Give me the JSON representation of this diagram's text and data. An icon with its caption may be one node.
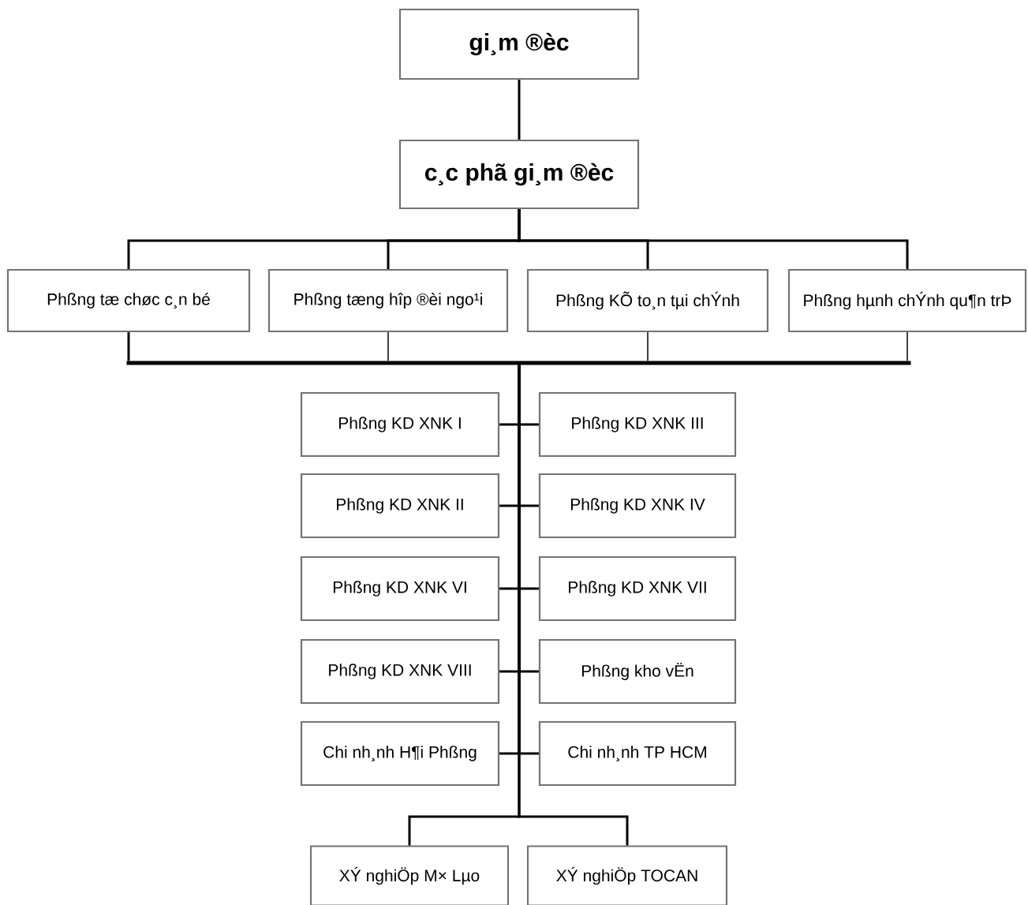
{
  "diagram": {
    "nodes": [
      {
        "text": [
          "gi¸m ®èc"
        ]
      },
      {
        "text": [
          "c¸c phã gi¸m ®èc"
        ]
      },
      {
        "text": [
          "Phßng tæ chøc c¸n bé"
        ]
      },
      {
        "text": [
          "Phßng tæng hîp ®èi ngo¹i"
        ]
      },
      {
        "text": [
          "Phßng KÕ to¸n tµi chÝnh"
        ]
      },
      {
        "text": [
          "Phßng hµnh chÝnh qu¶n trÞ"
        ]
      },
      {
        "text": [],
        "shape": "bar"
      },
      {
        "text": [
          "Phßng KD XNK I"
        ]
      },
      {
        "text": [
          "Phßng KD XNK III"
        ]
      },
      {
        "text": [
          "Phßng KD XNK II"
        ]
      },
      {
        "text": [
          "Phßng KD XNK IV"
        ]
      },
      {
        "text": [
          "Phßng KD XNK VI"
        ]
      },
      {
        "text": [
          "Phßng KD XNK VII"
        ]
      },
      {
        "text": [
          "Phßng KD XNK VIII"
        ]
      },
      {
        "text": [
          "Phßng kho vËn"
        ]
      },
      {
        "text": [
          "Chi nh¸nh H¶i Phßng"
        ]
      },
      {
        "text": [
          "Chi nh¸nh TP HCM"
        ]
      },
      {
        "text": [
          "XÝ nghiÖp M× Lµo"
        ]
      },
      {
        "text": [
          "XÝ nghiÖp TOCAN"
        ]
      }
    ],
    "edges": [
      {
        "from": 0,
        "to": 1,
        "arrow": "none"
      },
      {
        "from": 1,
        "to": 2,
        "arrow": "none"
      },
      {
        "from": 1,
        "to": 3,
        "arrow": "none"
      },
      {
        "from": 1,
        "to": 4,
        "arrow": "none"
      },
      {
        "from": 1,
        "to": 5,
        "arrow": "none"
      },
      {
        "from": 2,
        "to": 6,
        "arrow": "none"
      },
      {
        "from": 3,
        "to": 6,
        "arrow": "none"
      },
      {
        "from": 4,
        "to": 6,
        "arrow": "none"
      },
      {
        "from": 5,
        "to": 6,
        "arrow": "none"
      },
      {
        "from": 6,
        "to": 7,
        "arrow": "none"
      },
      {
        "from": 6,
        "to": 8,
        "arrow": "none"
      },
      {
        "from": 6,
        "to": 9,
        "arrow": "none"
      },
      {
        "from": 6,
        "to": 10,
        "arrow": "none"
      },
      {
        "from": 6,
        "to": 11,
        "arrow": "none"
      },
      {
        "from": 6,
        "to": 12,
        "arrow": "none"
      },
      {
        "from": 6,
        "to": 13,
        "arrow": "none"
      },
      {
        "from": 6,
        "to": 14,
        "arrow": "none"
      },
      {
        "from": 6,
        "to": 15,
        "arrow": "none"
      },
      {
        "from": 6,
        "to": 16,
        "arrow": "none"
      },
      {
        "from": 6,
        "to": 17,
        "arrow": "none"
      },
      {
        "from": 6,
        "to": 18,
        "arrow": "none"
      }
    ]
  }
}
